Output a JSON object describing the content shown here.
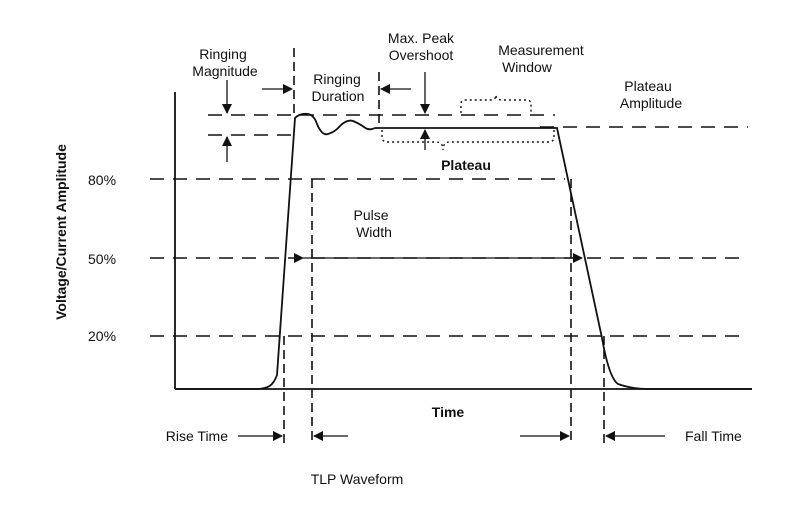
{
  "labels": {
    "ringing_magnitude_1": "Ringing",
    "ringing_magnitude_2": "Magnitude",
    "ringing_duration_1": "Ringing",
    "ringing_duration_2": "Duration",
    "max_peak_1": "Max. Peak",
    "max_peak_2": "Overshoot",
    "measurement_1": "Measurement",
    "measurement_2": "Window",
    "plateau_amp_1": "Plateau",
    "plateau_amp_2": "Amplitude",
    "plateau": "Plateau",
    "pulse_width_1": "Pulse",
    "pulse_width_2": "Width",
    "rise_time": "Rise Time",
    "fall_time": "Fall Time"
  },
  "axes": {
    "y_label": "Voltage/Current Amplitude",
    "x_label": "Time",
    "levels": [
      "80%",
      "50%",
      "20%"
    ]
  },
  "caption": "TLP Waveform"
}
